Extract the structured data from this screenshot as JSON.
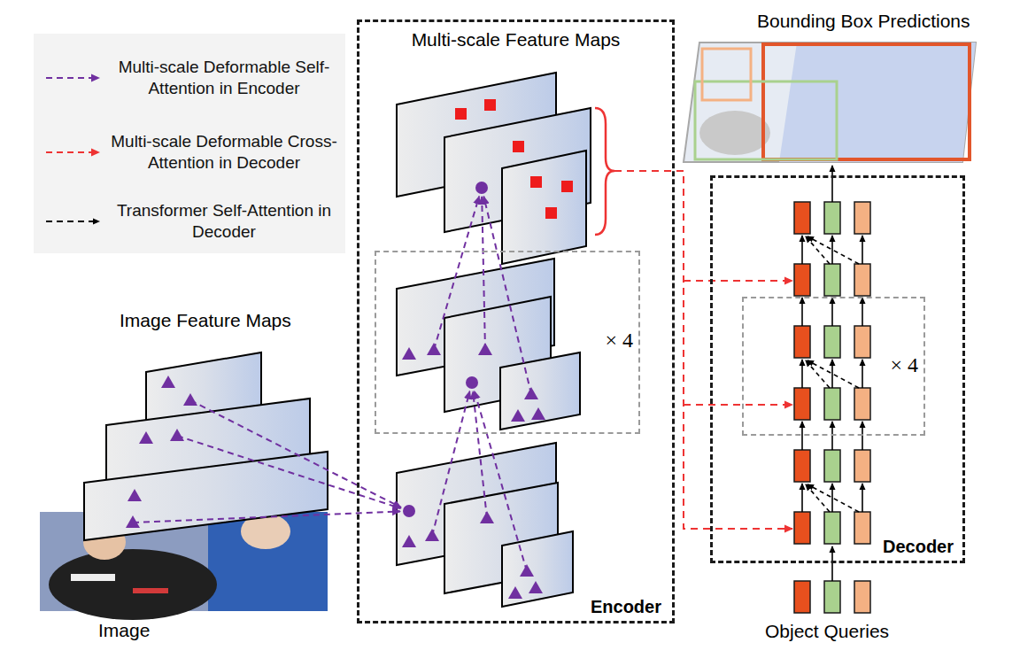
{
  "diagram": {
    "nodes": [
      {
        "text": [
          "Multi-scale Feature Maps",
          "Encoder"
        ]
      },
      {
        "text": [
          "× 4"
        ],
        "in": 0
      },
      {
        "text": [
          "Decoder"
        ]
      },
      {
        "text": [
          "× 4"
        ],
        "in": 2
      }
    ],
    "labels": [
      "Bounding Box Predictions",
      "Image Feature Maps",
      "Image",
      "Object Queries"
    ],
    "legend": [
      {
        "text": "Multi-scale Deformable Self-Attention in Encoder"
      },
      {
        "text": "Multi-scale Deformable Cross-Attention in Decoder"
      },
      {
        "text": "Transformer Self-Attention in Decoder"
      }
    ]
  }
}
